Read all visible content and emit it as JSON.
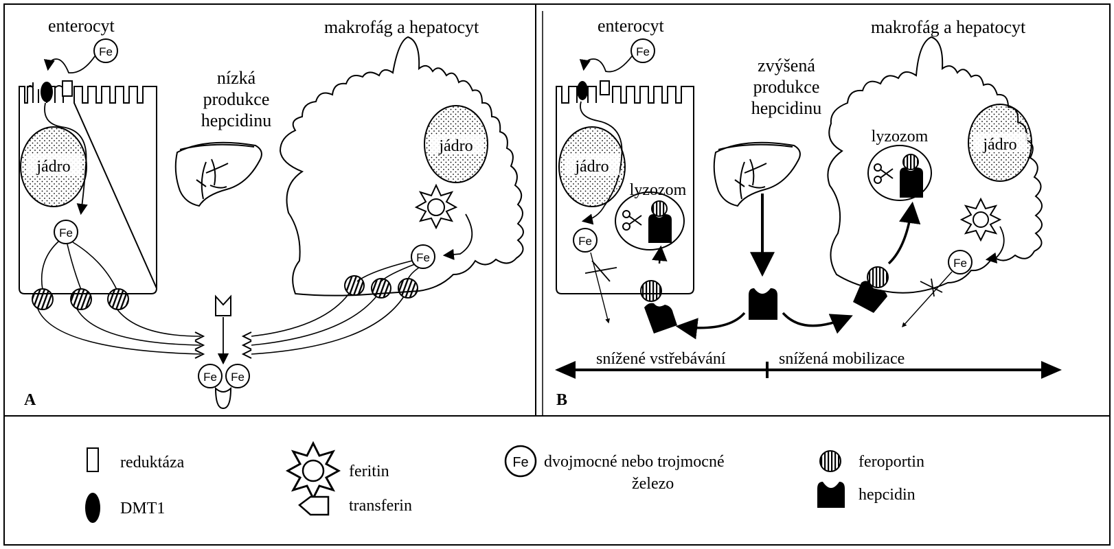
{
  "panelA": {
    "letter": "A",
    "enterocyt": "enterocyt",
    "makrofag": "makrofág a hepatocyt",
    "produkce_l1": "nízká",
    "produkce_l2": "produkce",
    "produkce_l3": "hepcidinu",
    "jadro": "jádro",
    "fe": "Fe"
  },
  "panelB": {
    "letter": "B",
    "enterocyt": "enterocyt",
    "makrofag": "makrofág a hepatocyt",
    "produkce_l1": "zvýšená",
    "produkce_l2": "produkce",
    "produkce_l3": "hepcidinu",
    "jadro": "jádro",
    "lyzozom": "lyzozom",
    "fe": "Fe",
    "axis_left": "snížené vstřebávání",
    "axis_right": "snížená mobilizace"
  },
  "legend": {
    "reduktaza": "reduktáza",
    "dmt1": "DMT1",
    "feritin": "feritin",
    "transferin": "transferin",
    "fe_symbol": "Fe",
    "zelezo_l1": "dvojmocné nebo trojmocné",
    "zelezo_l2": "železo",
    "feroportin": "feroportin",
    "hepcidin": "hepcidin"
  }
}
